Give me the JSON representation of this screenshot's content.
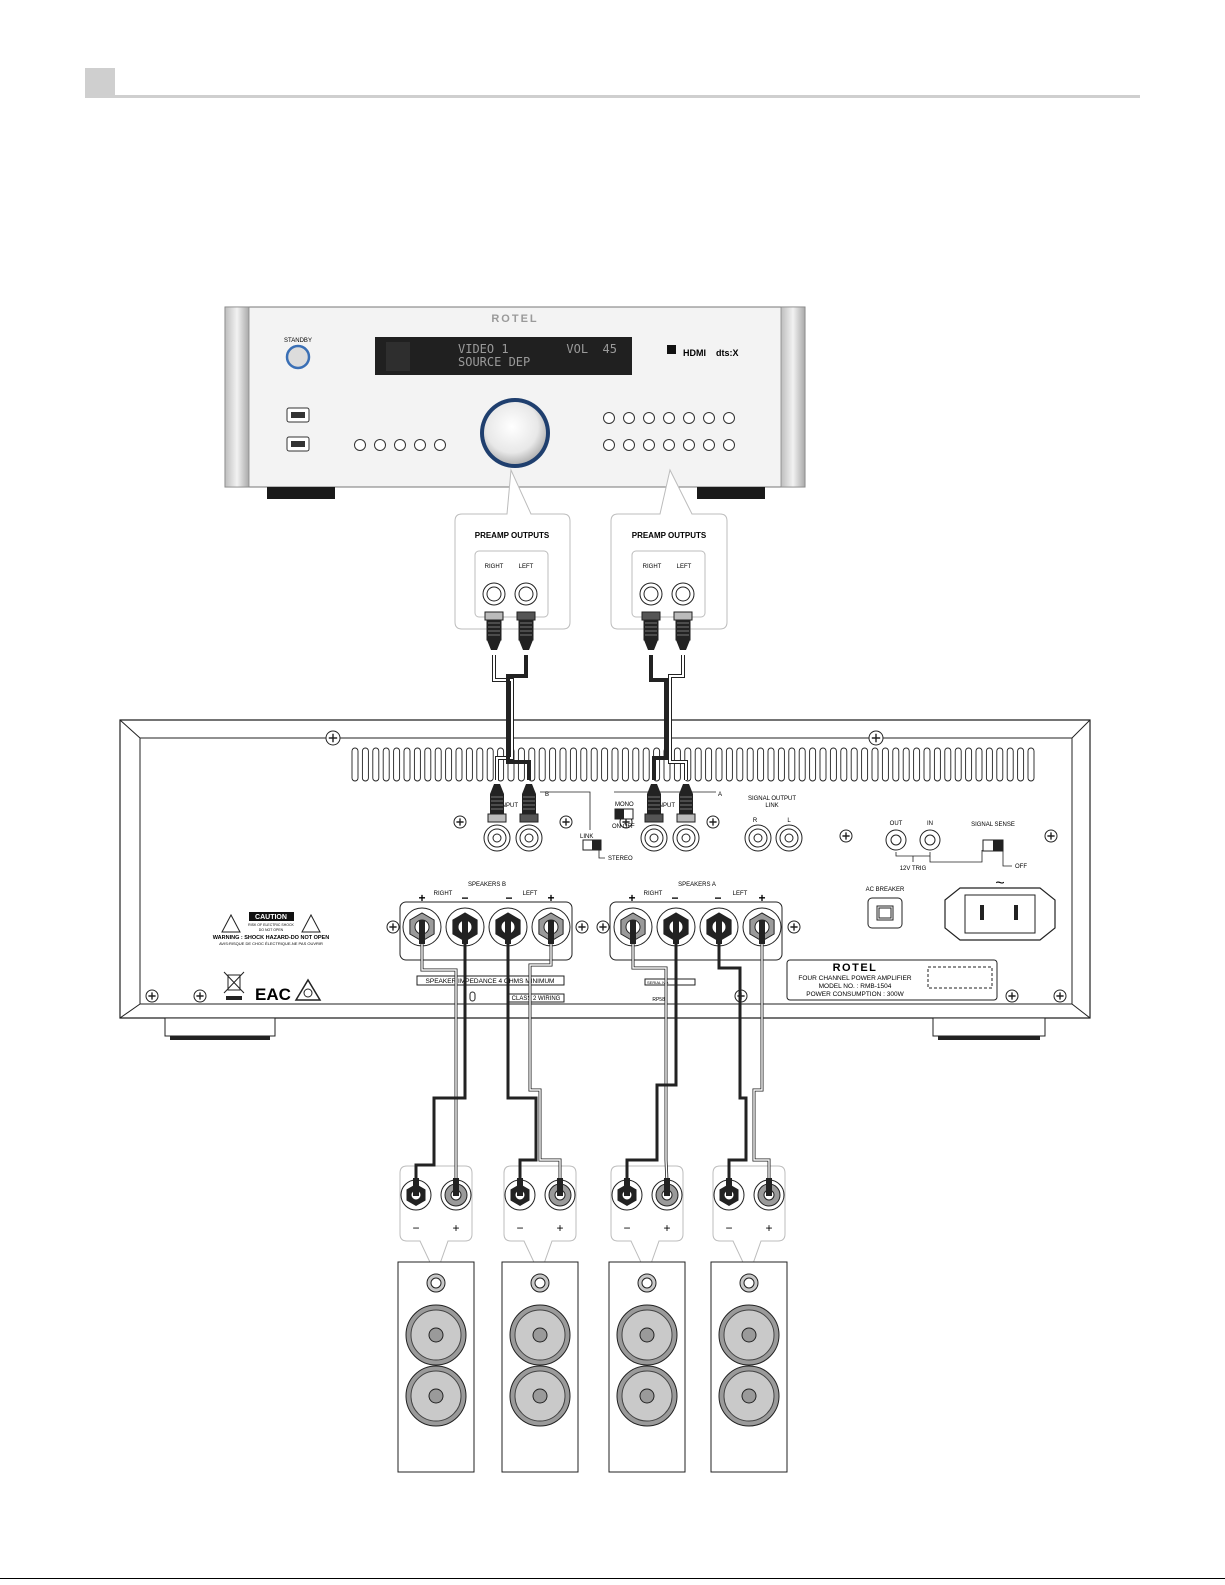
{
  "receiver": {
    "brand": "ROTEL",
    "standby_label": "STANDBY",
    "display_line1": "VIDEO 1        VOL  45",
    "display_line2": "SOURCE DEP",
    "logo_hdmi": "HDMI",
    "logo_dts": "dts:X"
  },
  "callouts": [
    {
      "title": "PREAMP OUTPUTS",
      "right": "RIGHT",
      "left": "LEFT"
    },
    {
      "title": "PREAMP OUTPUTS",
      "right": "RIGHT",
      "left": "LEFT"
    }
  ],
  "amplifier": {
    "input_b_label": "INPUT",
    "input_b_letter": "B",
    "input_a_label": "INPUT",
    "input_a_letter": "A",
    "mono_label": "MONO",
    "on_off_label": "ON OFF",
    "link_label": "LINK",
    "stereo_label": "STEREO",
    "signal_output_link": [
      "SIGNAL OUTPUT",
      "LINK"
    ],
    "signal_r": "R",
    "signal_l": "L",
    "trig_out": "OUT",
    "trig_in": "IN",
    "trig_label": "12V TRIG",
    "signal_sense": "SIGNAL SENSE",
    "signal_sense_off": "OFF",
    "speakers_b": "SPEAKERS B",
    "speakers_a": "SPEAKERS A",
    "right": "RIGHT",
    "left": "LEFT",
    "plus": "+",
    "minus": "−",
    "caution_title": "CAUTION",
    "caution_sub": [
      "RISK OF ELECTRIC SHOCK",
      "DO NOT OPEN"
    ],
    "warning_line1": "WARNING : SHOCK HAZARD-DO NOT OPEN",
    "warning_line2": "AVIS:RISQUE DE CHOC ÉLECTRIQUE-NE PAS OUVRIR",
    "eac": "EAC",
    "impedance_label": "SPEAKER IMPEDANCE 4 OHMS MINIMUM",
    "class2_label": "CLASS 2 WIRING",
    "serial_label": "SERIAL NO.",
    "rp_code": "RP589",
    "ac_breaker": "AC BREAKER",
    "ac_symbol": "~",
    "plate_brand": "ROTEL",
    "plate_line1": "FOUR CHANNEL POWER AMPLIFIER",
    "plate_line2": "MODEL NO. : RMB-1504",
    "plate_line3": "POWER CONSUMPTION : 300W"
  },
  "speaker_terminals": [
    {
      "minus": "−",
      "plus": "+"
    },
    {
      "minus": "−",
      "plus": "+"
    },
    {
      "minus": "−",
      "plus": "+"
    },
    {
      "minus": "−",
      "plus": "+"
    }
  ]
}
